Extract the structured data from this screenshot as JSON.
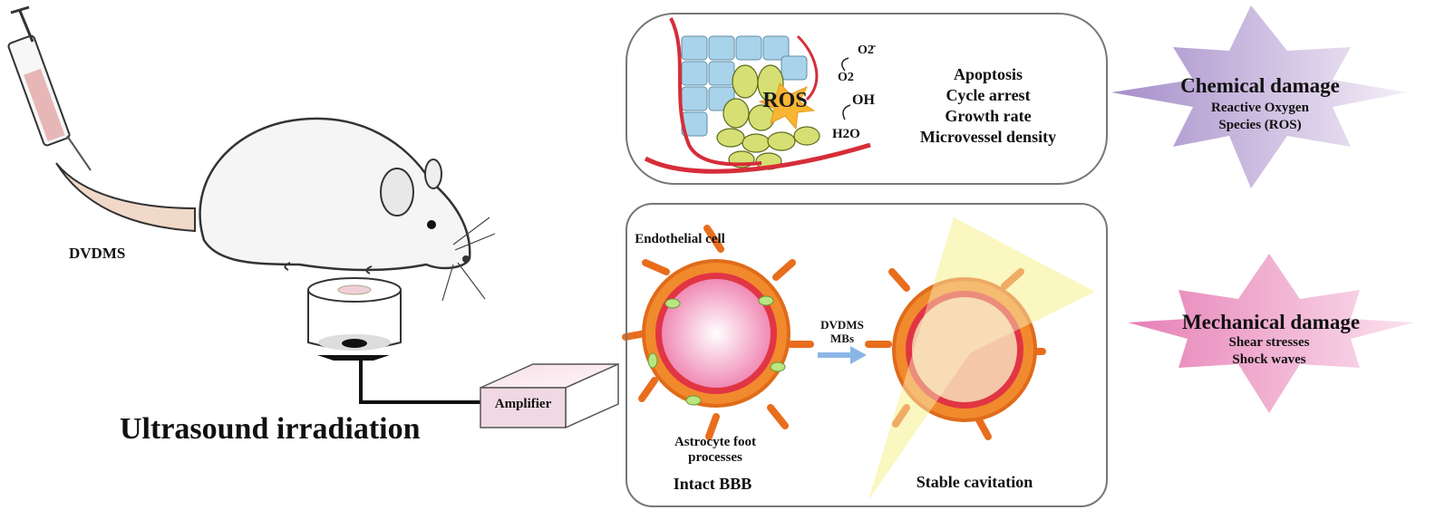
{
  "left": {
    "agent_label": "DVDMS",
    "device_label": "Amplifier",
    "title": "Ultrasound irradiation"
  },
  "top_panel": {
    "ros_label": "ROS",
    "chem_labels": [
      "O2̄",
      "O2",
      "OH",
      "H2O"
    ],
    "effects": [
      "Apoptosis",
      "Cycle arrest",
      "Growth rate",
      "Microvessel density"
    ]
  },
  "bottom_panel": {
    "endothelial_label": "Endothelial cell",
    "astrocyte_label": "Astrocyte foot processes",
    "intact_label": "Intact BBB",
    "arrow_label": "DVDMS MBs",
    "cavitation_label": "Stable cavitation"
  },
  "chemical": {
    "title": "Chemical damage",
    "subtitle": "Reactive Oxygen Species (ROS)",
    "color": "#b8a0d4"
  },
  "mechanical": {
    "title": "Mechanical damage",
    "subtitle": "Shear stresses Shock waves",
    "color": "#e892bf"
  }
}
